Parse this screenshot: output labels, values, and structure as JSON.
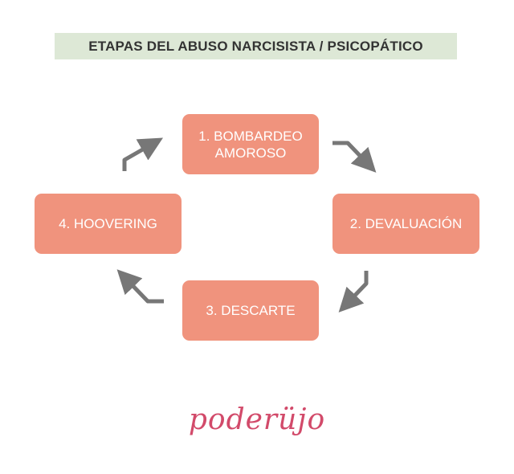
{
  "title": "ETAPAS DEL ABUSO NARCISISTA / PSICOPÁTICO",
  "stages": [
    {
      "line1": "1. BOMBARDEO",
      "line2": "AMOROSO"
    },
    {
      "line1": "2. DEVALUACIÓN",
      "line2": ""
    },
    {
      "line1": "3. DESCARTE",
      "line2": ""
    },
    {
      "line1": "4. HOOVERING",
      "line2": ""
    }
  ],
  "logo": {
    "text": "poderüjo"
  },
  "colors": {
    "title_bg": "#dde8d6",
    "stage_fill": "#f0937d",
    "arrow": "#777777",
    "logo": "#d24a6a"
  },
  "icons": [
    "cycle-arrow-icon"
  ]
}
